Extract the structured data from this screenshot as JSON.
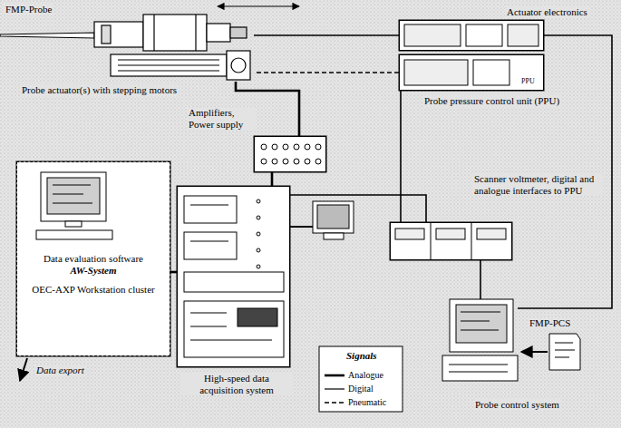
{
  "diagram": {
    "nodes": [
      {
        "text": [
          "FMP-Probe",
          "Probe actuator(s) with stepping motors"
        ]
      },
      {
        "text": [
          "Actuator electronics"
        ]
      },
      {
        "text": [
          "Probe pressure control unit (PPU)",
          "PPU"
        ]
      },
      {
        "text": [
          "Amplifiers, Power supply"
        ]
      },
      {
        "text": [
          "Data evaluation software",
          "AW-System",
          "OEC-AXP Workstation cluster"
        ]
      },
      {
        "text": [
          "High-speed data acquisition system"
        ]
      },
      {
        "text": [
          "Scanner voltmeter, digital and analogue interfaces to PPU"
        ]
      },
      {
        "text": [
          "FMP-PCS",
          "Probe control system"
        ]
      }
    ],
    "edges": [
      {
        "from": 1,
        "to": 0,
        "arrow": "none"
      },
      {
        "from": 2,
        "to": 0,
        "arrow": "none"
      },
      {
        "from": 3,
        "to": 0,
        "arrow": "none"
      },
      {
        "from": 3,
        "to": 5,
        "arrow": "none"
      },
      {
        "from": 5,
        "to": 4,
        "arrow": "none"
      },
      {
        "from": 5,
        "to": 6,
        "arrow": "none"
      },
      {
        "from": 6,
        "to": 2,
        "arrow": "none"
      },
      {
        "from": 6,
        "to": 7,
        "arrow": "none"
      }
    ],
    "labels": [
      "Data export",
      "Signals"
    ],
    "legend": [
      {
        "text": "Analogue"
      },
      {
        "text": "Digital"
      },
      {
        "text": "Pneumatic"
      }
    ]
  }
}
